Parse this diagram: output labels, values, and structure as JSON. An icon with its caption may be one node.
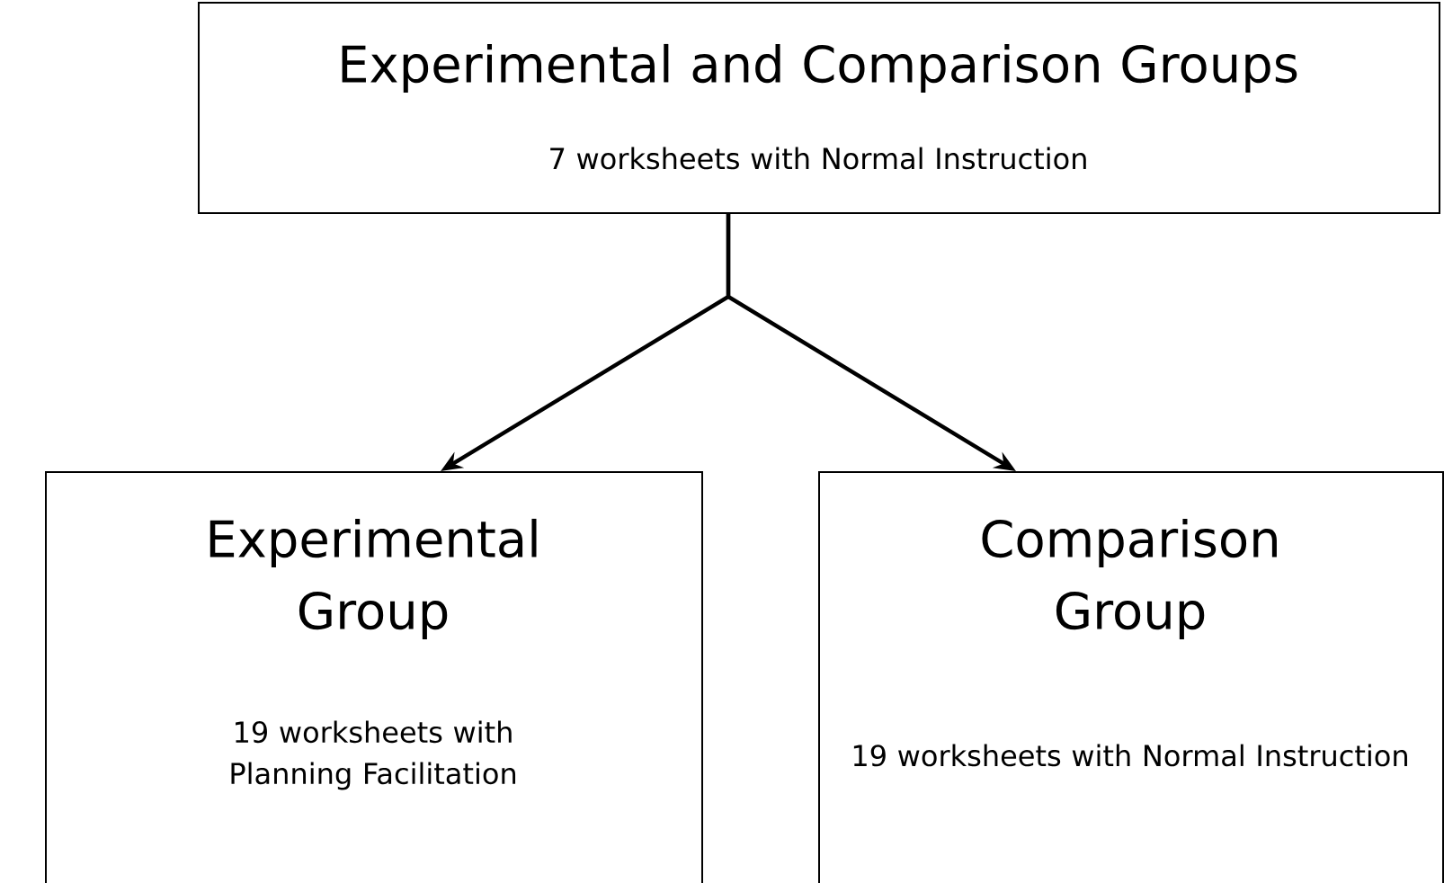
{
  "diagram": {
    "nodes": [
      {
        "text": [
          "Experimental and Comparison Groups",
          "7 worksheets with Normal Instruction"
        ]
      },
      {
        "text": [
          "Experimental Group",
          "19 worksheets with Planning Facilitation"
        ]
      },
      {
        "text": [
          "Comparison Group",
          "19 worksheets with Normal Instruction"
        ]
      }
    ],
    "edges": [
      {
        "from": 0,
        "to": 1,
        "arrow": "to"
      },
      {
        "from": 0,
        "to": 2,
        "arrow": "to"
      }
    ]
  }
}
